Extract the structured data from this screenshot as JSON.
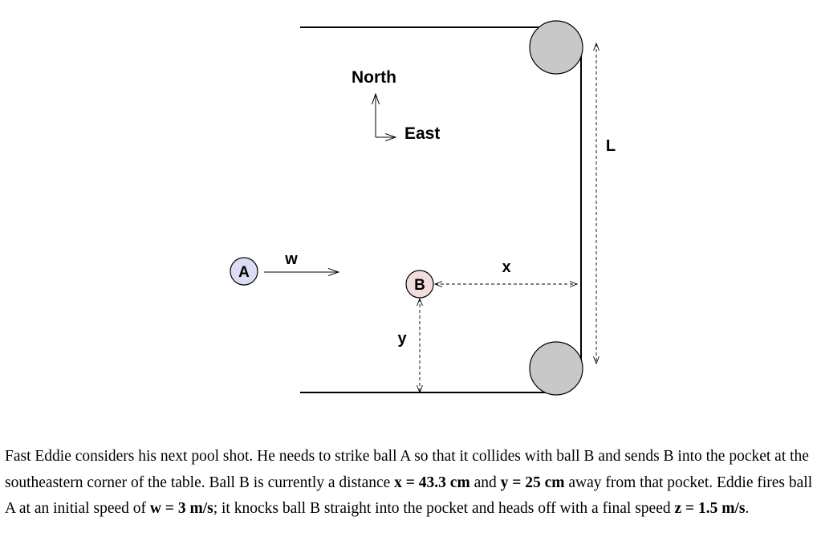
{
  "diagram": {
    "compass": {
      "north": "North",
      "east": "East"
    },
    "balls": {
      "a": "A",
      "b": "B"
    },
    "labels": {
      "w": "w",
      "x": "x",
      "y": "y",
      "L": "L"
    },
    "colors": {
      "ball_a": "#dcdcf2",
      "ball_b": "#f2dcdc",
      "pocket": "#c8c8c8",
      "line": "#000000"
    }
  },
  "problem": {
    "s1": "Fast Eddie considers his next pool shot. He needs to strike ball A so that it collides with ball B and sends B into the pocket at the southeastern corner of the table. Ball B is currently a distance ",
    "x_value": "x = 43.3 cm",
    "s2": " and ",
    "y_value": "y = 25 cm",
    "s3": " away from that pocket. Eddie fires ball A at an initial speed of ",
    "w_value": "w = 3 m/s",
    "s4": "; it knocks ball B straight into the pocket and heads off with a final speed ",
    "z_value": "z = 1.5 m/s",
    "s5": "."
  }
}
